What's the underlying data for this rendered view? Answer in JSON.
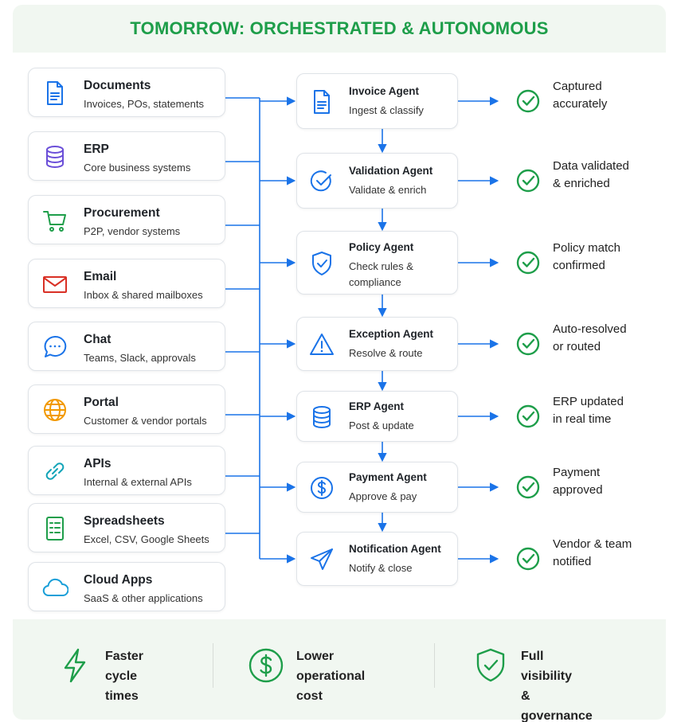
{
  "title": "TOMORROW: ORCHESTRATED & AUTONOMOUS",
  "colors": {
    "accent_green": "#1e9e4a",
    "flow_blue": "#1a73e8"
  },
  "sources": [
    {
      "name": "Documents",
      "desc": "Invoices, POs, statements",
      "icon": "document-icon",
      "color": "#1a73e8"
    },
    {
      "name": "ERP",
      "desc": "Core business systems",
      "icon": "database-icon",
      "color": "#6b4fd8"
    },
    {
      "name": "Procurement",
      "desc": "P2P, vendor systems",
      "icon": "cart-icon",
      "color": "#1e9e4a"
    },
    {
      "name": "Email",
      "desc": "Inbox & shared mailboxes",
      "icon": "mail-icon",
      "color": "#d93025"
    },
    {
      "name": "Chat",
      "desc": "Teams, Slack, approvals",
      "icon": "chat-icon",
      "color": "#1a73e8"
    },
    {
      "name": "Portal",
      "desc": "Customer & vendor portals",
      "icon": "globe-icon",
      "color": "#f29900"
    },
    {
      "name": "APIs",
      "desc": "Internal & external APIs",
      "icon": "link-icon",
      "color": "#12a4b8"
    },
    {
      "name": "Spreadsheets",
      "desc": "Excel, CSV, Google Sheets",
      "icon": "sheet-icon",
      "color": "#1e9e4a"
    },
    {
      "name": "Cloud Apps",
      "desc": "SaaS & other applications",
      "icon": "cloud-icon",
      "color": "#1a9fd8"
    }
  ],
  "agents": [
    {
      "name": "Invoice Agent",
      "desc": [
        "Ingest & classify"
      ],
      "icon": "document-icon"
    },
    {
      "name": "Validation Agent",
      "desc": [
        "Validate & enrich"
      ],
      "icon": "check-circle-icon"
    },
    {
      "name": "Policy Agent",
      "desc": [
        "Check rules &",
        "compliance"
      ],
      "icon": "shield-check-icon"
    },
    {
      "name": "Exception Agent",
      "desc": [
        "Resolve & route"
      ],
      "icon": "warning-icon"
    },
    {
      "name": "ERP Agent",
      "desc": [
        "Post & update"
      ],
      "icon": "database-icon"
    },
    {
      "name": "Payment Agent",
      "desc": [
        "Approve & pay"
      ],
      "icon": "dollar-icon"
    },
    {
      "name": "Notification Agent",
      "desc": [
        "Notify & close"
      ],
      "icon": "send-icon"
    }
  ],
  "outcomes": [
    [
      "Captured",
      "accurately"
    ],
    [
      "Data validated",
      "& enriched"
    ],
    [
      "Policy match",
      "confirmed"
    ],
    [
      "Auto-resolved",
      "or routed"
    ],
    [
      "ERP updated",
      "in real time"
    ],
    [
      "Payment",
      "approved"
    ],
    [
      "Vendor & team",
      "notified"
    ]
  ],
  "benefits": [
    {
      "lines": [
        "Faster",
        "cycle times"
      ],
      "icon": "lightning-icon"
    },
    {
      "lines": [
        "Lower",
        "operational cost"
      ],
      "icon": "dollar-circle-icon"
    },
    {
      "lines": [
        "Full visibility",
        "& governance"
      ],
      "icon": "shield-check-icon"
    }
  ]
}
